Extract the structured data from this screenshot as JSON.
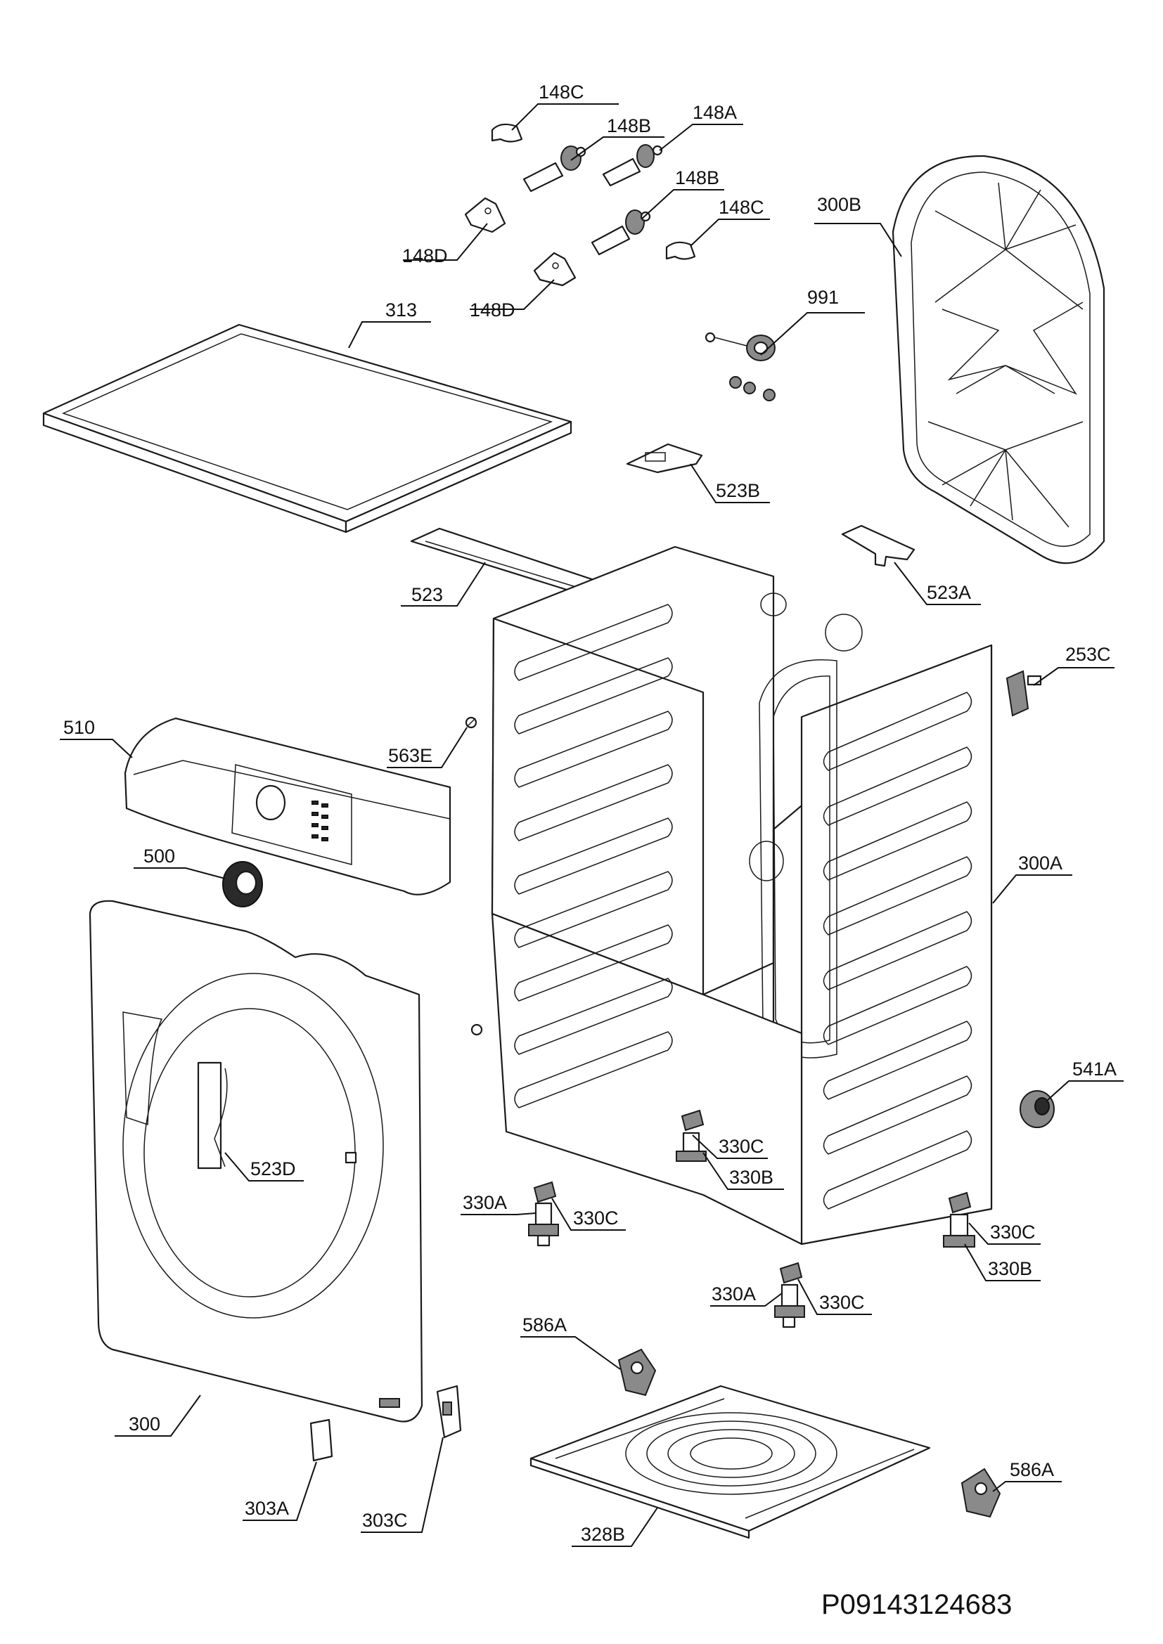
{
  "callouts": {
    "c148C_a": "148C",
    "c148B_a": "148B",
    "c148A": "148A",
    "c148B_b": "148B",
    "c148C_b": "148C",
    "c148D_a": "148D",
    "c148D_b": "148D",
    "c300B": "300B",
    "c313": "313",
    "c991": "991",
    "c523B": "523B",
    "c523": "523",
    "c523A": "523A",
    "c253C": "253C",
    "c510": "510",
    "c563E": "563E",
    "c500": "500",
    "c300A": "300A",
    "c541A": "541A",
    "c523D": "523D",
    "c330C_a": "330C",
    "c330B_a": "330B",
    "c330A_a": "330A",
    "c330C_b": "330C",
    "c330C_c": "330C",
    "c330B_b": "330B",
    "c330A_b": "330A",
    "c330C_d": "330C",
    "c586A_a": "586A",
    "c300": "300",
    "c303A": "303A",
    "c303C": "303C",
    "c328B": "328B",
    "c586A_b": "586A"
  },
  "drawing_code": "P09143124683"
}
